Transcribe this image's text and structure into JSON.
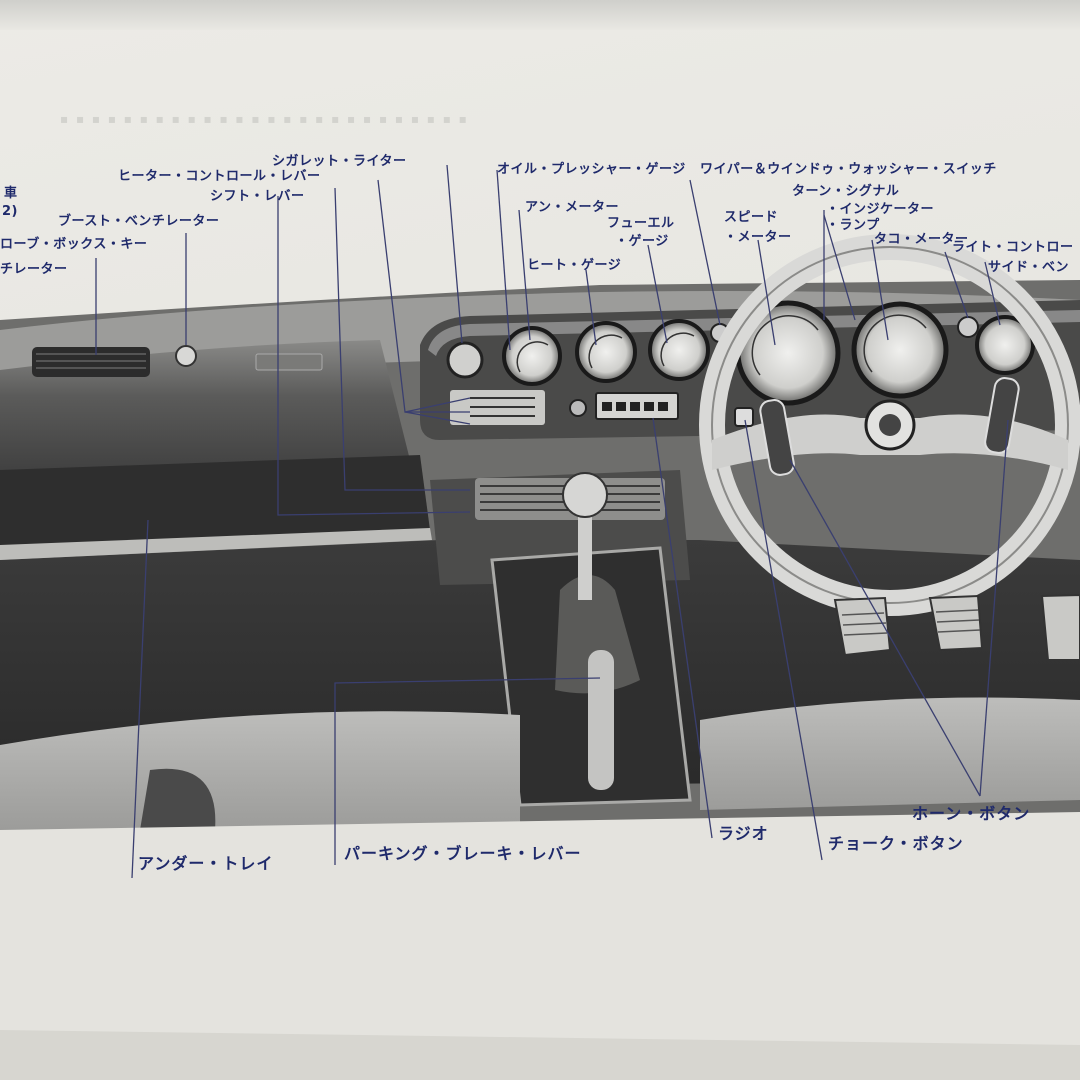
{
  "labels": {
    "sagare_lighter": "シガレット・ライター",
    "heater_lever": "ヒーター・コントロール・レバー",
    "shift_lever": "シフト・レバー",
    "boost_vent": "ブースト・ベンチレーター",
    "glovebox_key": "ローブ・ボックス・キー",
    "ventilator": "チレーター",
    "car_fragment": "車",
    "paren_fragment": "2)",
    "oil_gauge": "オイル・プレッシャー・ゲージ",
    "amp_meter": "アン・メーター",
    "fuel_gauge_1": "フューエル",
    "fuel_gauge_2": "・ゲージ",
    "heat_gauge": "ヒート・ゲージ",
    "wiper_switch": "ワイパー＆ウインドゥ・ウォッシャー・スイッチ",
    "turn_signal": "ターン・シグナル",
    "indicator_lamp_1": "・インジケーター",
    "indicator_lamp_2": "・ランプ",
    "speedometer_1": "スピード",
    "speedometer_2": "・メーター",
    "tachometer": "タコ・メーター",
    "light_control": "ライト・コントロー",
    "side_vent": "サイド・ベン",
    "under_tray": "アンダー・トレイ",
    "parking_brake": "パーキング・ブレーキ・レバー",
    "radio": "ラジオ",
    "horn_button": "ホーン・ボタン",
    "choke_button": "チョーク・ボタン"
  }
}
